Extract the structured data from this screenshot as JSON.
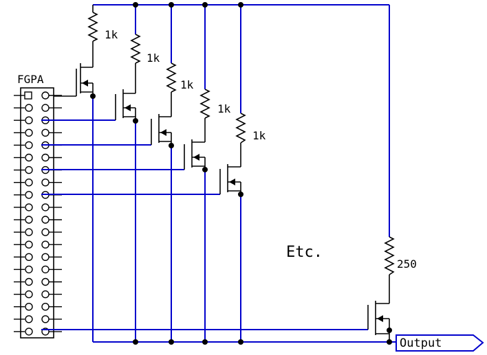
{
  "colors": {
    "wire": "#0000cc",
    "component": "#000000",
    "background": "#ffffff"
  },
  "connector": {
    "label": "FGPA",
    "rows": 20,
    "cols": 2
  },
  "resistors": [
    {
      "label": "1k"
    },
    {
      "label": "1k"
    },
    {
      "label": "1k"
    },
    {
      "label": "1k"
    },
    {
      "label": "1k"
    }
  ],
  "output_resistor": {
    "label": "250"
  },
  "etc_text": "Etc.",
  "output_port": {
    "label": "Output"
  }
}
